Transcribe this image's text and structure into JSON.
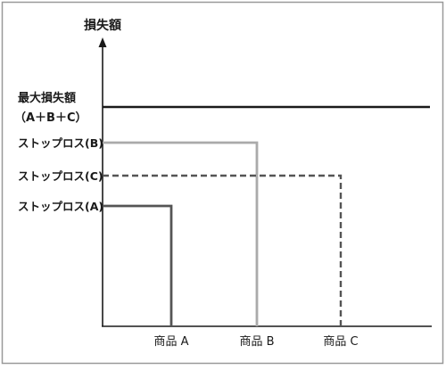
{
  "diagram": {
    "y_axis_label": "損失額",
    "max_loss_label_line1": "最大損失額",
    "max_loss_label_line2": "（A＋B＋C）",
    "stop_b_label": "ストップロス(B)",
    "stop_c_label": "ストップロス(C)",
    "stop_a_label": "ストップロス(A)",
    "products": [
      "商品 A",
      "商品 B",
      "商品 C"
    ],
    "colors": {
      "max_loss": "#1a1a1a",
      "stop_a": "#555555",
      "stop_b": "#aaaaaa",
      "stop_c": "#555555",
      "axis": "#1a1a1a",
      "border": "#999999"
    }
  }
}
